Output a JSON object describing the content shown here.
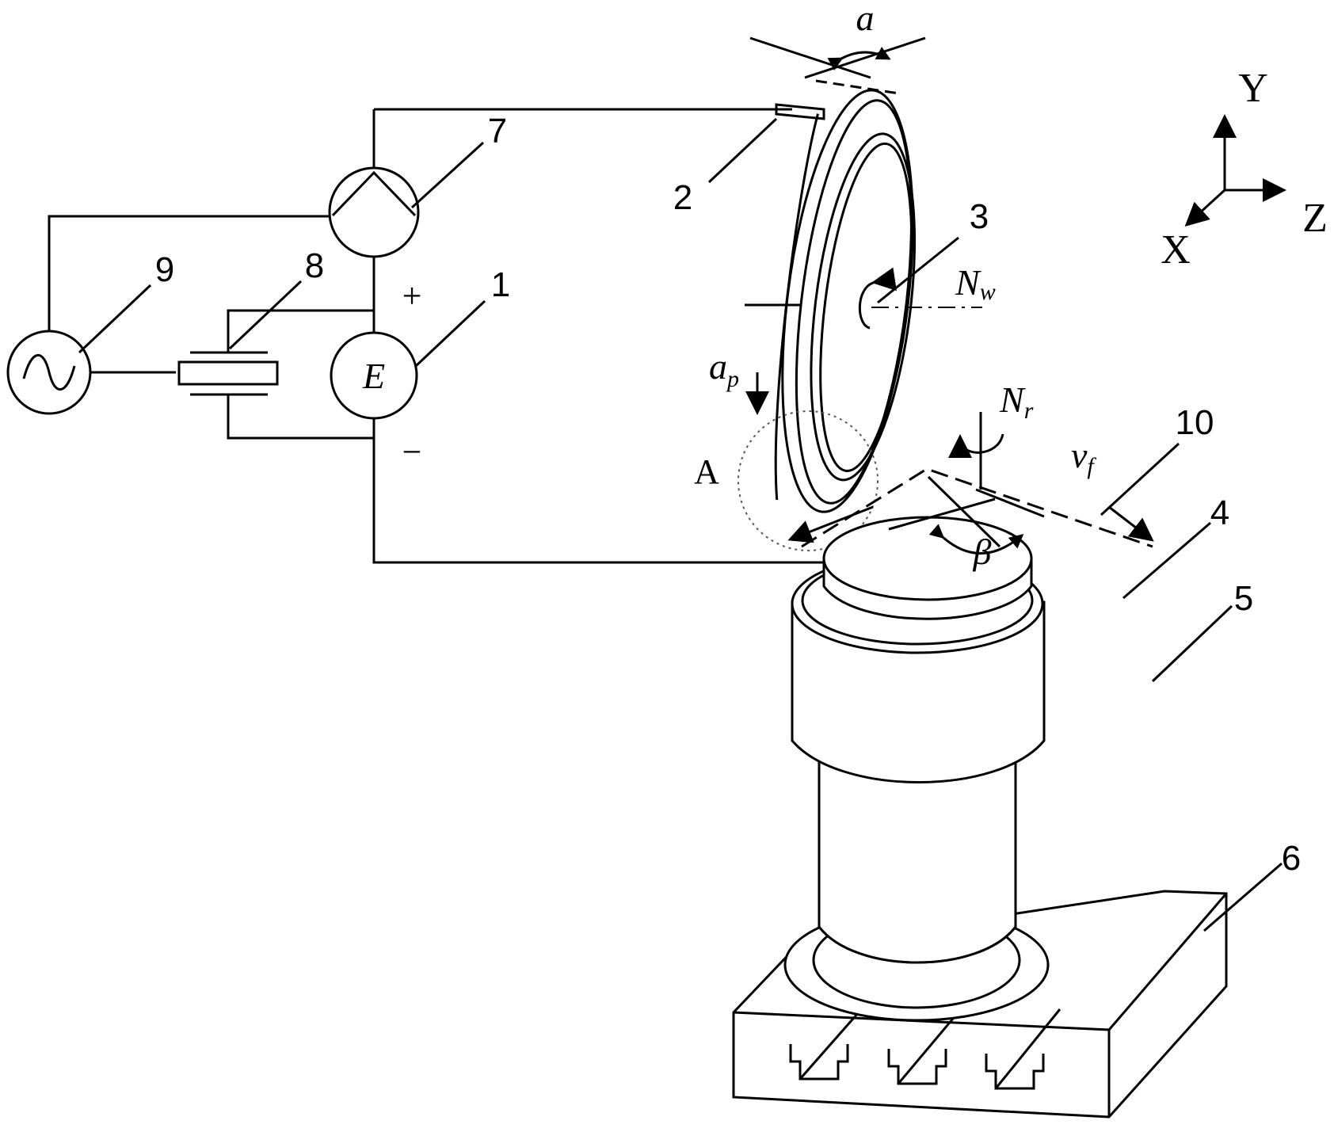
{
  "callouts": {
    "n1": "1",
    "n2": "2",
    "n3": "3",
    "n4": "4",
    "n5": "5",
    "n6": "6",
    "n7": "7",
    "n8": "8",
    "n9": "9",
    "n10": "10"
  },
  "symbols": {
    "plus": "+",
    "minus": "−",
    "source": "E",
    "alpha": "a",
    "beta": "β",
    "detail": "A",
    "ap_main": "a",
    "ap_sub": "p",
    "nw_main": "N",
    "nw_sub": "w",
    "nr_main": "N",
    "nr_sub": "r",
    "vf_main": "v",
    "vf_sub": "f"
  },
  "axes": {
    "x": "X",
    "y": "Y",
    "z": "Z"
  }
}
